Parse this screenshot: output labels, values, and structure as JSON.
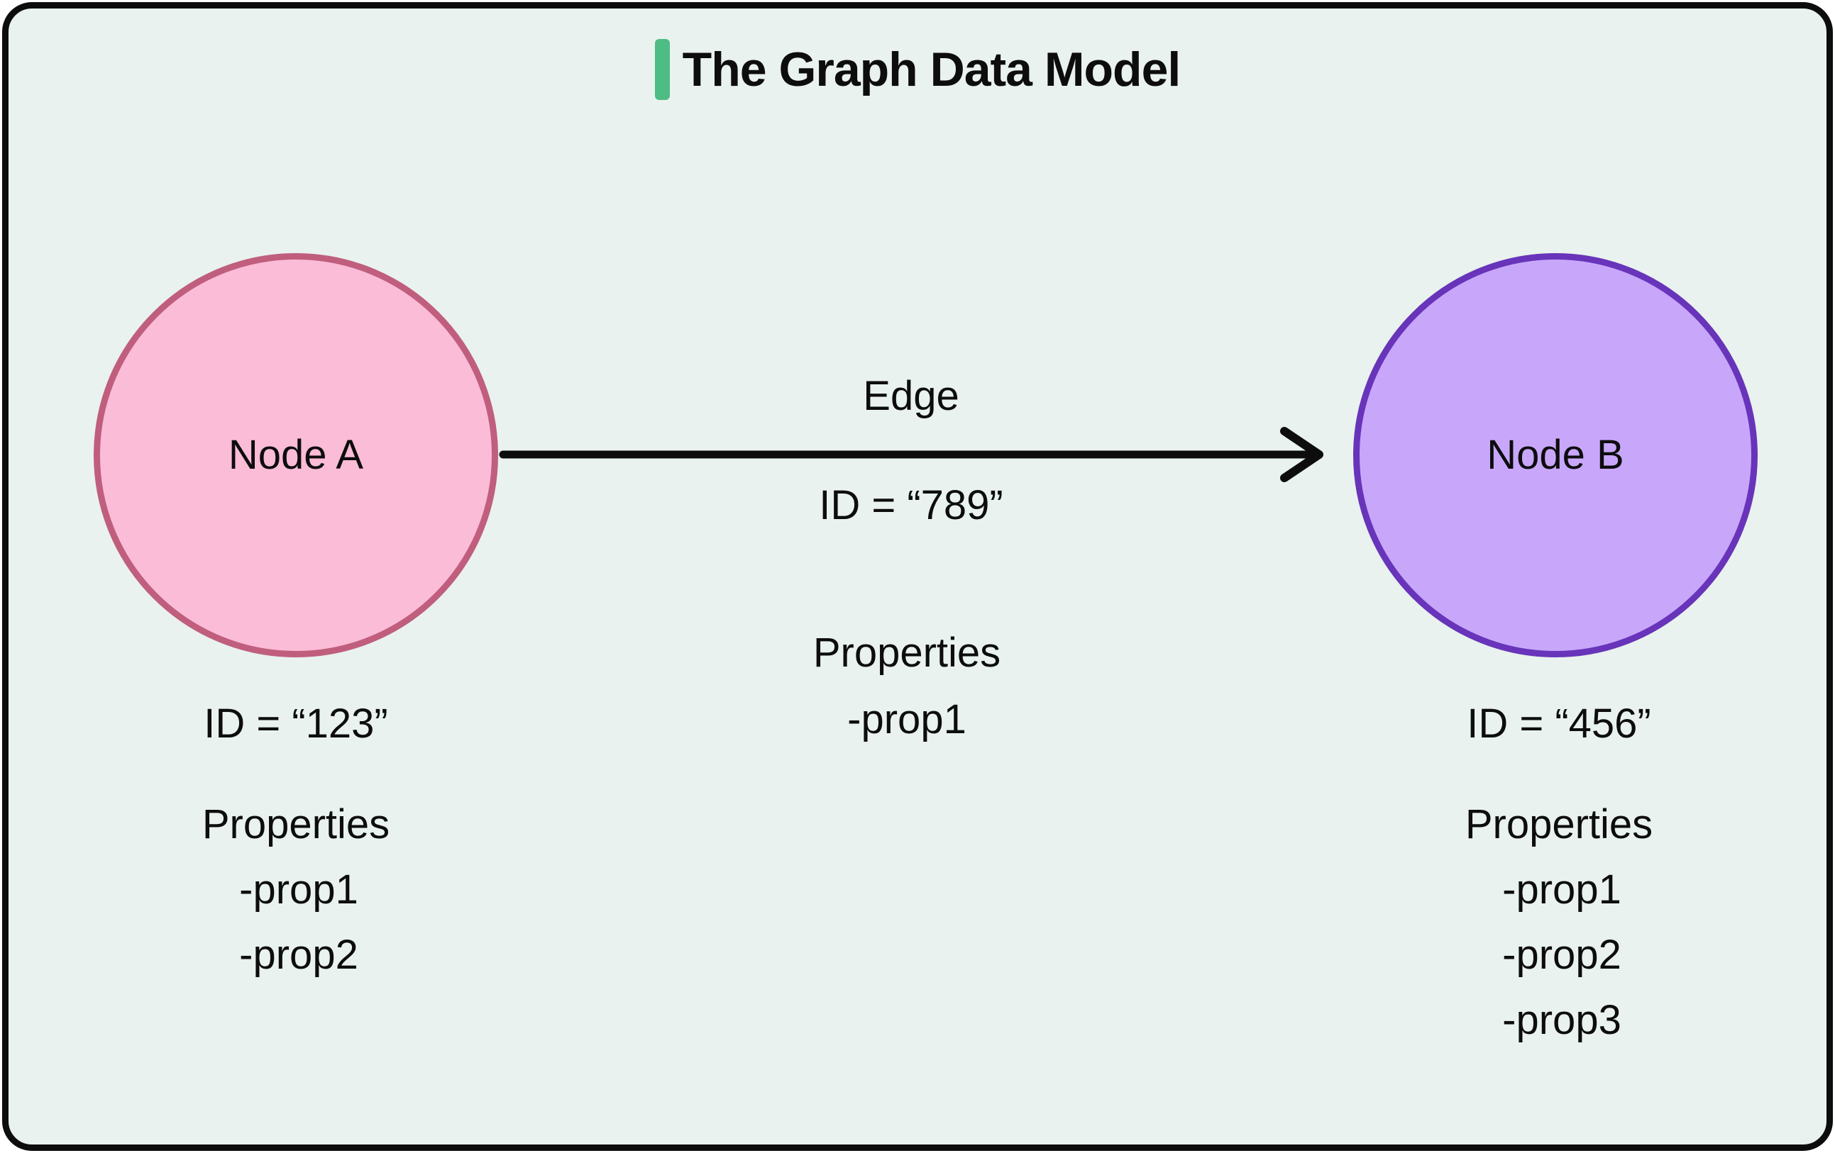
{
  "title": {
    "text": "The Graph Data Model"
  },
  "edge": {
    "label": "Edge",
    "id_text": "ID = “789”",
    "properties_label": "Properties",
    "props": [
      "-prop1"
    ]
  },
  "nodes": [
    {
      "label": "Node A",
      "id_text": "ID = “123”",
      "properties_label": "Properties",
      "props": [
        "-prop1",
        "-prop2"
      ]
    },
    {
      "label": "Node B",
      "id_text": "ID = “456”",
      "properties_label": "Properties",
      "props": [
        "-prop1",
        "-prop2",
        "-prop3"
      ]
    }
  ],
  "colors": {
    "canvas_background": "#e9f2ee",
    "card_border": "#0d0d0d",
    "title_accent": "#4ebc85",
    "node_a_fill": "#fbbcd7",
    "node_a_border": "#c05e7e",
    "node_b_fill": "#c8a7fb",
    "node_b_border": "#6834ba",
    "arrow": "#0d0d0d",
    "text": "#0d0d0d"
  }
}
